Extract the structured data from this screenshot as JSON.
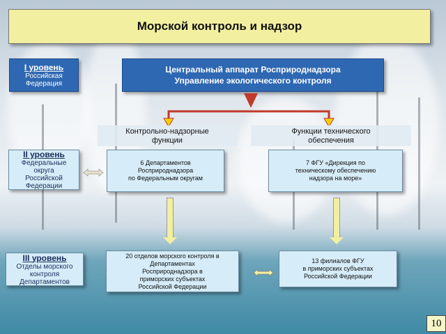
{
  "title": "Морской контроль и надзор",
  "levels": [
    {
      "label": "I уровень",
      "lines": [
        "Российская",
        "Федерация"
      ]
    },
    {
      "label": "II уровень",
      "lines": [
        "Федеральные",
        "округа",
        "Российской",
        "Федерации"
      ]
    },
    {
      "label": "III уровень",
      "lines": [
        "Отделы морского",
        "контроля",
        "Департаментов"
      ]
    }
  ],
  "central": {
    "line1": "Центральный аппарат Росприроднадзора",
    "line2": "Управление экологического контроля"
  },
  "branches": {
    "left": {
      "line1": "Контрольно-надзорные",
      "line2": "функции"
    },
    "right": {
      "line1": "Функции технического",
      "line2": "обеспечения"
    }
  },
  "nodes": {
    "dept": [
      "6 Департаментов",
      "Росприроднадзора",
      "по Федеральным округам"
    ],
    "fgu": [
      "7 ФГУ «Дирекция по",
      "техническому обеспечению",
      "надзора на море»"
    ],
    "otdely": [
      "20 отделов морского контроля в",
      "Департаментах",
      "Росприроднадзора в",
      "приморских субъектах",
      "Российской Федерации"
    ],
    "filialy": [
      "13 филиалов ФГУ",
      "в приморских субъектах",
      "Российской Федерации"
    ]
  },
  "page_number": "10",
  "colors": {
    "title_bg": "#f2f0a0",
    "dark_box": "#2f68b2",
    "light_box": "#d6ecf8",
    "connector": "#c0392b"
  }
}
